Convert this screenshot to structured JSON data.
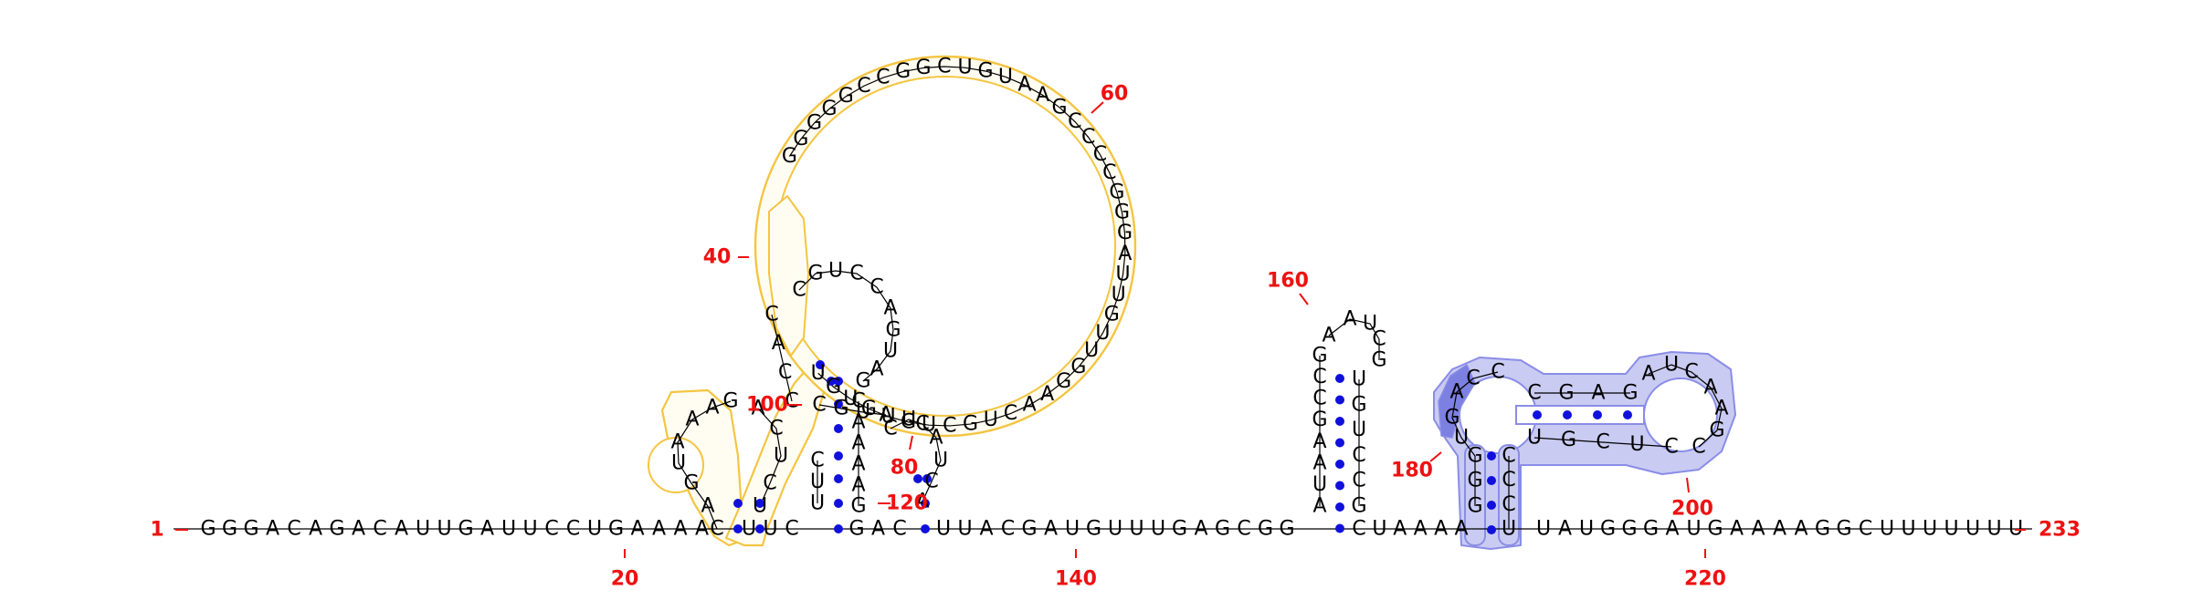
{
  "colors": {
    "nucleotide": "#000000",
    "index_label": "#ee1111",
    "base_pair_dot": "#1010dd",
    "domain_yellow_stroke": "#f4c542",
    "domain_blue_fill": "#c9cbf2",
    "domain_blue_stroke": "#8a8de6",
    "domain_blue_dark": "#7c80e0"
  },
  "structure": {
    "backbone": "GGGACAGACAUUGAUUCCUGAAAA",
    "left_hairpin_5p": "CAGUAAAG",
    "left_hairpin_3p": "ACUCU",
    "stem_a_5p": "UUC",
    "stem_b_5p": "UUC",
    "central_loop_5p": "CCAC",
    "central_loop_arc": "GGGGGCCGGCUGUAAGCCCCGGGAUUGUUGGAACUGCUGUGUGU",
    "central_loop_close": "AUGC",
    "inner_hairpin": "CGUCCAGUAG",
    "stem_b_3p": "CAAAAG",
    "small_hairpin": "CUCAUCA",
    "linker_1": "GAC",
    "linker_2": "UUACGAUGUUUGAGCGG",
    "right_hairpin_5p": "AUAAGCCG",
    "right_hairpin_loop": "AAUCG",
    "right_hairpin_3p": "UGUCCG",
    "linker_3": "CUAAAA",
    "blue_domain_5p": "GGGUGACC",
    "blue_domain_stem_top": "CGAG",
    "blue_domain_loop": "AUCAAGC",
    "blue_domain_stem_bottom": "CUCGU",
    "blue_domain_3p": "CCCU",
    "tail": "UAUGGGAUGAAAAGGCUUUUUUU",
    "bp_index_labels": [
      "1",
      "20",
      "40",
      "60",
      "80",
      "100",
      "120",
      "140",
      "160",
      "180",
      "200",
      "220",
      "233"
    ]
  }
}
